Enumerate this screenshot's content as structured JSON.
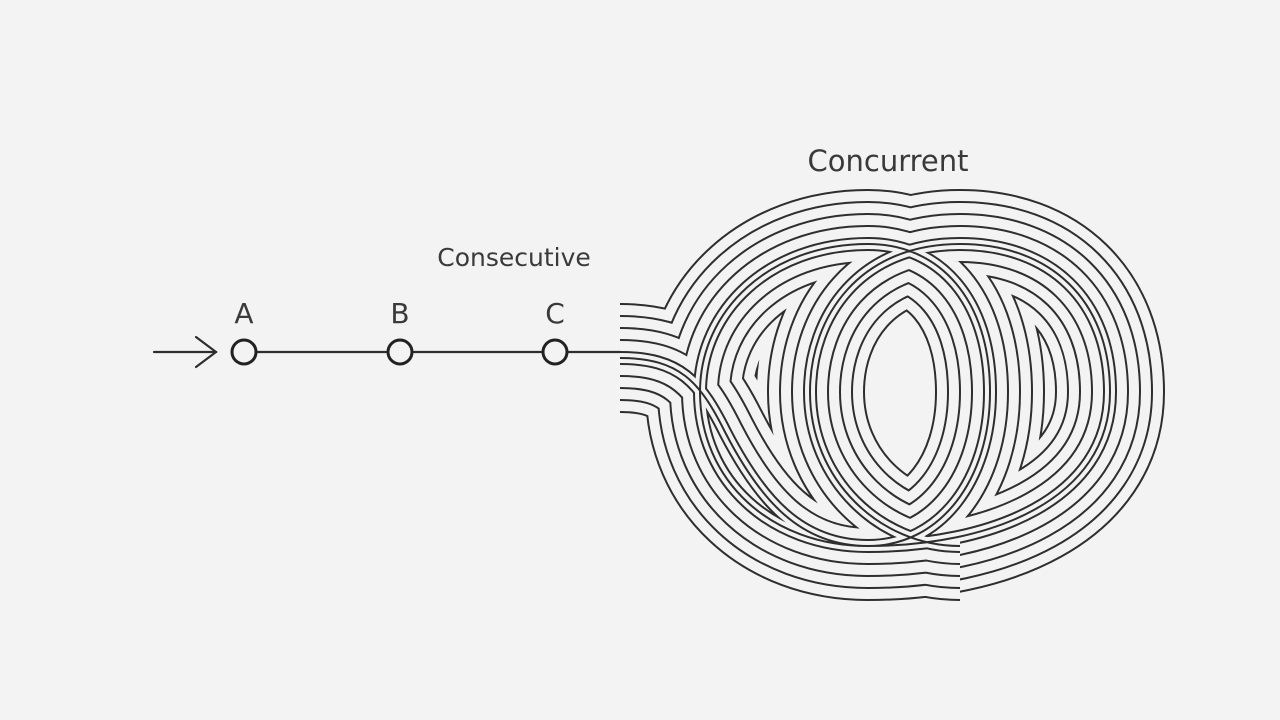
{
  "diagram": {
    "consecutive_label": "Consecutive",
    "concurrent_label": "Concurrent",
    "nodes": [
      {
        "id": "a",
        "label": "A"
      },
      {
        "id": "b",
        "label": "B"
      },
      {
        "id": "c",
        "label": "C"
      }
    ],
    "concurrent_strand_count": 5,
    "colors": {
      "background": "#f3f3f3",
      "ink": "#2e2e2e",
      "text": "#3a3a3a"
    }
  }
}
